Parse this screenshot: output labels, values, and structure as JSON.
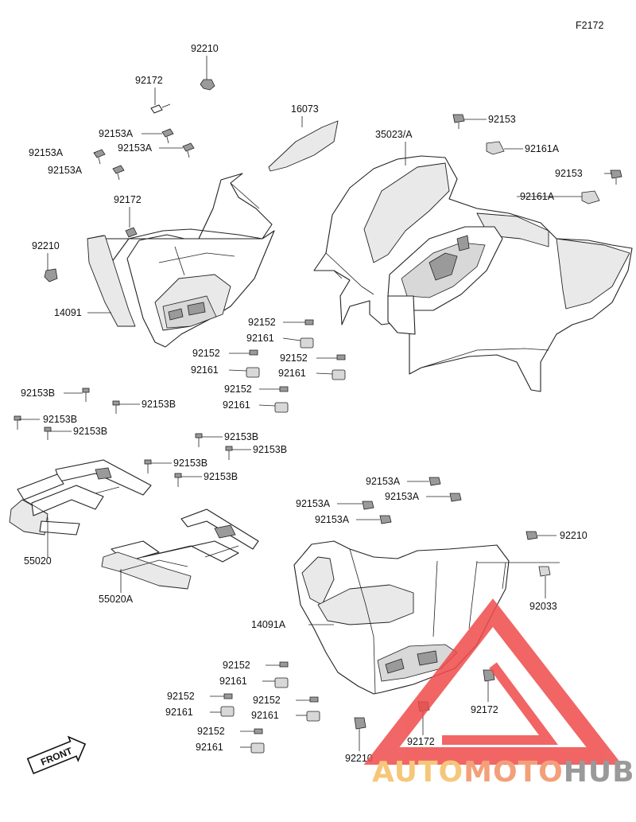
{
  "figure_code": "F2172",
  "front_label": "FRONT",
  "watermark": {
    "parts": [
      "AUTO",
      "MOTO",
      "HUB"
    ],
    "colors": [
      "#f6c77a",
      "#f3a07a",
      "#9a9a9a"
    ],
    "logo_color": "#ef4b4b"
  },
  "callouts": {
    "p92210_top": "92210",
    "p92172_top": "92172",
    "p92153a_1": "92153A",
    "p92153a_2": "92153A",
    "p92153a_3": "92153A",
    "p92153a_4": "92153A",
    "p92172_mid": "92172",
    "p92210_left": "92210",
    "p14091": "14091",
    "p16073": "16073",
    "p35023": "35023/A",
    "p92153_r1": "92153",
    "p92161a_1": "92161A",
    "p92153_r2": "92153",
    "p92161a_2": "92161A",
    "p92152_1": "92152",
    "p92161_1": "92161",
    "p92152_2": "92152",
    "p92161_2": "92161",
    "p92152_3": "92152",
    "p92161_3": "92161",
    "p92152_4": "92152",
    "p92161_4": "92161",
    "p92153b_1": "92153B",
    "p92153b_2": "92153B",
    "p92153b_3": "92153B",
    "p92153b_4": "92153B",
    "p92153b_5": "92153B",
    "p92153b_6": "92153B",
    "p92153b_7": "92153B",
    "p92153b_8": "92153B",
    "p55020": "55020",
    "p55020a": "55020A",
    "p92153a_b1": "92153A",
    "p92153a_b2": "92153A",
    "p92153a_b3": "92153A",
    "p92153a_b4": "92153A",
    "p92210_br": "92210",
    "p92033": "92033",
    "p14091a": "14091A",
    "p92172_br1": "92172",
    "p92172_br2": "92172",
    "p92210_bottom": "92210",
    "p92152_b1": "92152",
    "p92161_b1": "92161",
    "p92152_b2": "92152",
    "p92161_b2": "92161",
    "p92152_b3": "92152",
    "p92161_b3": "92161",
    "p92152_b4": "92152",
    "p92161_b4": "92161"
  }
}
